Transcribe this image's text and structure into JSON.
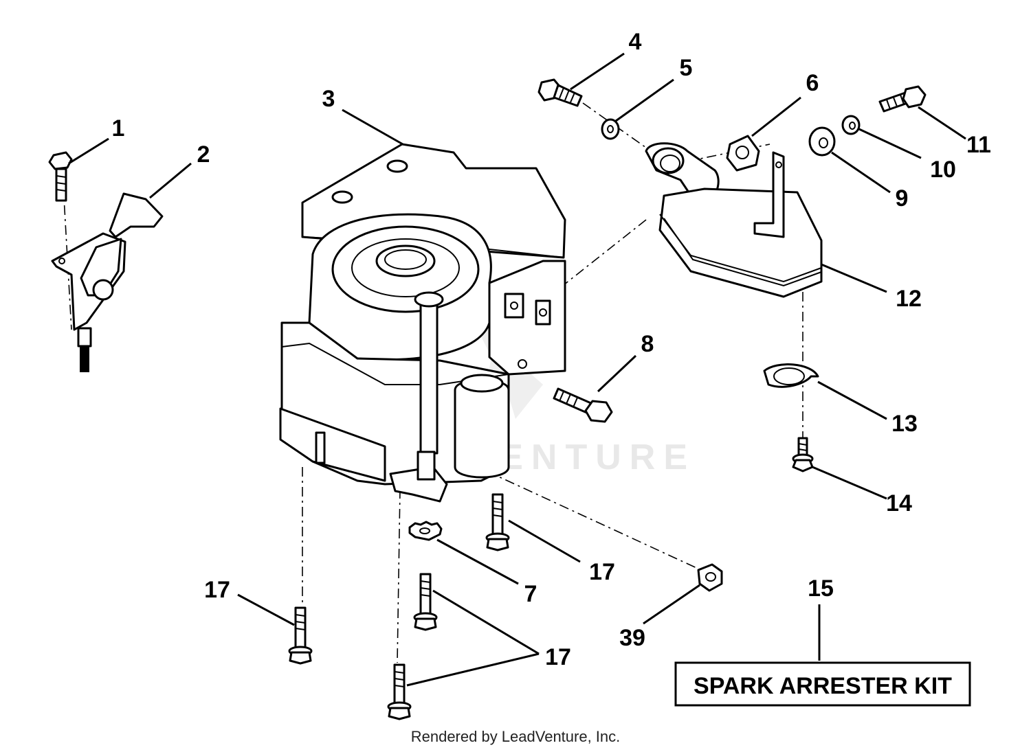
{
  "diagram": {
    "callouts": {
      "c1": "1",
      "c2": "2",
      "c3": "3",
      "c4": "4",
      "c5": "5",
      "c6": "6",
      "c7": "7",
      "c8": "8",
      "c9": "9",
      "c10": "10",
      "c11": "11",
      "c12": "12",
      "c13": "13",
      "c14": "14",
      "c15": "15",
      "c17a": "17",
      "c17b": "17",
      "c17c": "17",
      "c39": "39"
    },
    "kit_label": "SPARK ARRESTER KIT",
    "watermark": "LEADVENTURE"
  },
  "footer": {
    "text": "Rendered by LeadVenture, Inc."
  }
}
